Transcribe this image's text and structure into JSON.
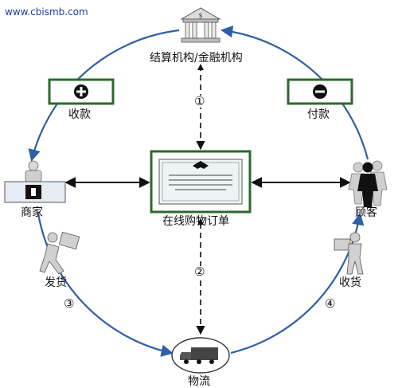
{
  "watermark": "www.cbismb.com",
  "nodes": {
    "bank": "结算机构/金融机构",
    "merchant": "商家",
    "customer": "顾客",
    "order": "在线购物订单",
    "logistics": "物流"
  },
  "actions": {
    "receive_payment": "收款",
    "pay": "付款",
    "ship": "发货",
    "receive_goods": "收货"
  },
  "step_numbers": {
    "one": "①",
    "two": "②",
    "three": "③",
    "four": "④"
  },
  "colors": {
    "circle": "#2e5fa8",
    "box_border": "#2b6a2b",
    "arrow": "#111111"
  },
  "icons": [
    "bank-icon",
    "plus-icon",
    "minus-icon",
    "merchant-icon",
    "customers-icon",
    "certificate-icon",
    "shipping-person-icon",
    "receiving-person-icon",
    "truck-icon"
  ]
}
